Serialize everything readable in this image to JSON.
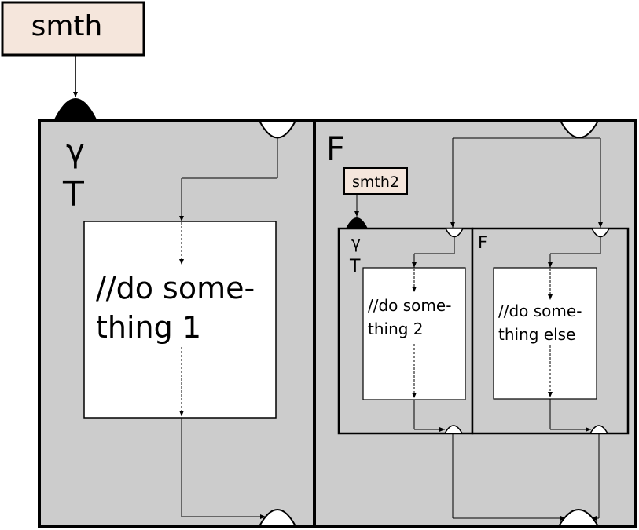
{
  "condition_top": {
    "text": "smth"
  },
  "outer_block": {
    "true_branch": {
      "gamma": "γ",
      "flag": "T",
      "action": [
        "//do some-",
        "thing 1"
      ]
    },
    "false_branch": {
      "flag": "F"
    }
  },
  "inner_block": {
    "condition": {
      "text": "smth2"
    },
    "true_branch": {
      "gamma": "γ",
      "flag": "T",
      "action": [
        "//do some-",
        "thing 2"
      ]
    },
    "false_branch": {
      "flag": "F",
      "action": [
        "//do some-",
        "thing else"
      ]
    }
  },
  "colors": {
    "condition_fill": "#f5e6dc",
    "block_fill": "#cccccc",
    "action_fill": "#ffffff",
    "stroke": "#000000"
  }
}
